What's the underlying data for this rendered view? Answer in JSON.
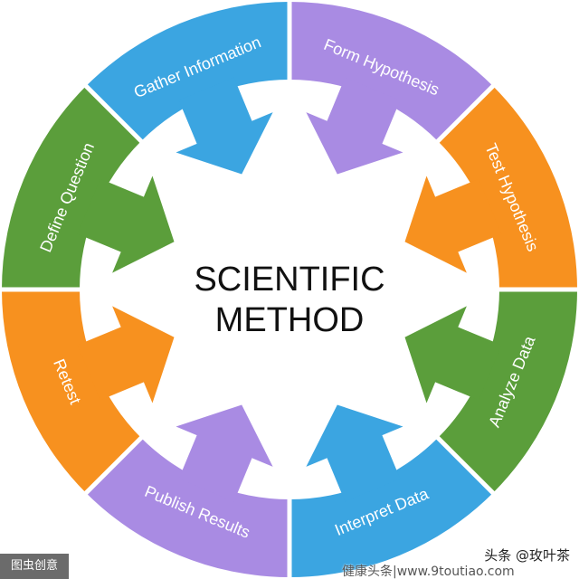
{
  "diagram": {
    "title_lines": [
      "SCIENTIFIC",
      "METHOD"
    ],
    "steps": [
      {
        "label": "Form Hypothesis",
        "color": "#a98be3"
      },
      {
        "label": "Test Hypothesis",
        "color": "#f7911f"
      },
      {
        "label": "Analyze Data",
        "color": "#5b9e3b"
      },
      {
        "label": "Interpret Data",
        "color": "#3ba5e1"
      },
      {
        "label": "Publish Results",
        "color": "#a98be3"
      },
      {
        "label": "Retest",
        "color": "#f7911f"
      },
      {
        "label": "Define Question",
        "color": "#5b9e3b"
      },
      {
        "label": "Gather Information",
        "color": "#3ba5e1"
      }
    ]
  },
  "watermarks": {
    "source": "图虫创意",
    "author": "头条 @玫叶茶",
    "site": "健康头条|www.9toutiao.com"
  }
}
